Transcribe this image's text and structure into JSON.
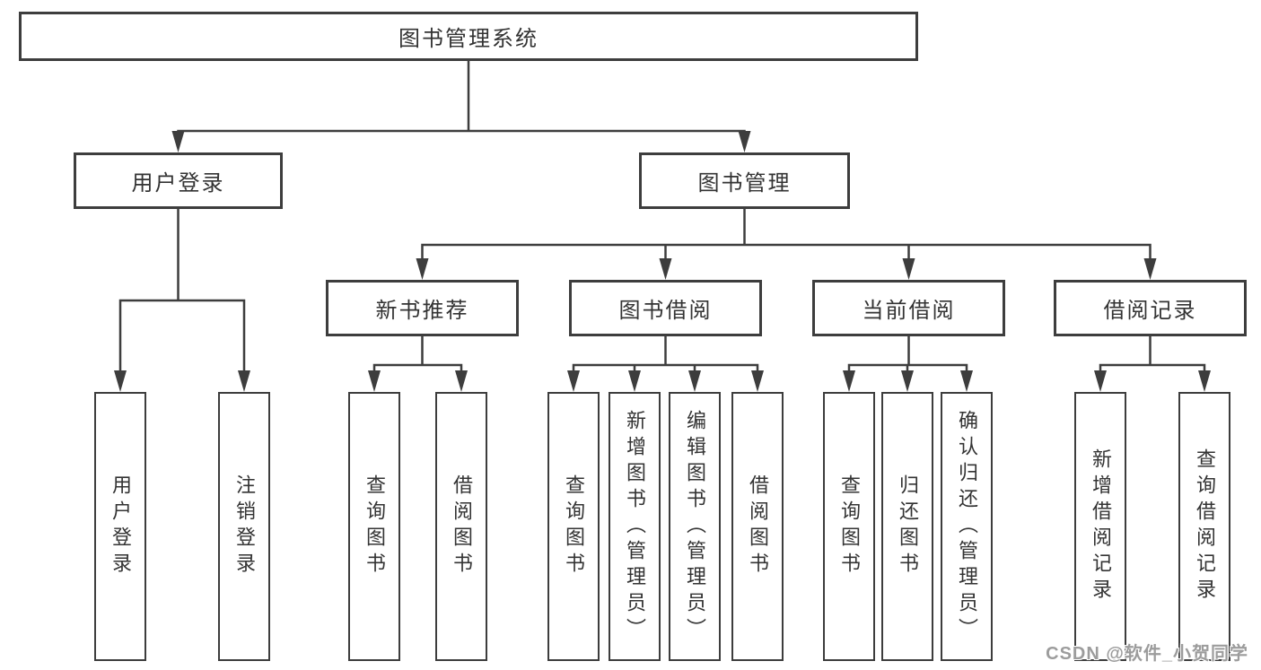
{
  "diagram_title": "图书管理系统",
  "watermark": "CSDN @软件_小贺同学",
  "colors": {
    "line": "#3d3d3d",
    "text": "#333333",
    "watermark": "#9c9c9c",
    "background": "#ffffff"
  },
  "nodes": {
    "root": "图书管理系统",
    "level2": {
      "user_login": "用户登录",
      "book_mgmt": "图书管理"
    },
    "level3": {
      "new_book_rec": "新书推荐",
      "book_borrow": "图书借阅",
      "current_borrow": "当前借阅",
      "borrow_records": "借阅记录"
    },
    "leaves": {
      "user_login_leaf": "用户登录",
      "logout": "注销登录",
      "nbr_query_book": "查询图书",
      "nbr_borrow_book": "借阅图书",
      "bb_query_book": "查询图书",
      "bb_add_book": "新增图书（管理员）",
      "bb_edit_book": "编辑图书（管理员）",
      "bb_borrow_book": "借阅图书",
      "cb_query_book": "查询图书",
      "cb_return_book": "归还图书",
      "cb_confirm_return": "确认归还（管理员）",
      "br_add_record": "新增借阅记录",
      "br_query_record": "查询借阅记录"
    }
  }
}
